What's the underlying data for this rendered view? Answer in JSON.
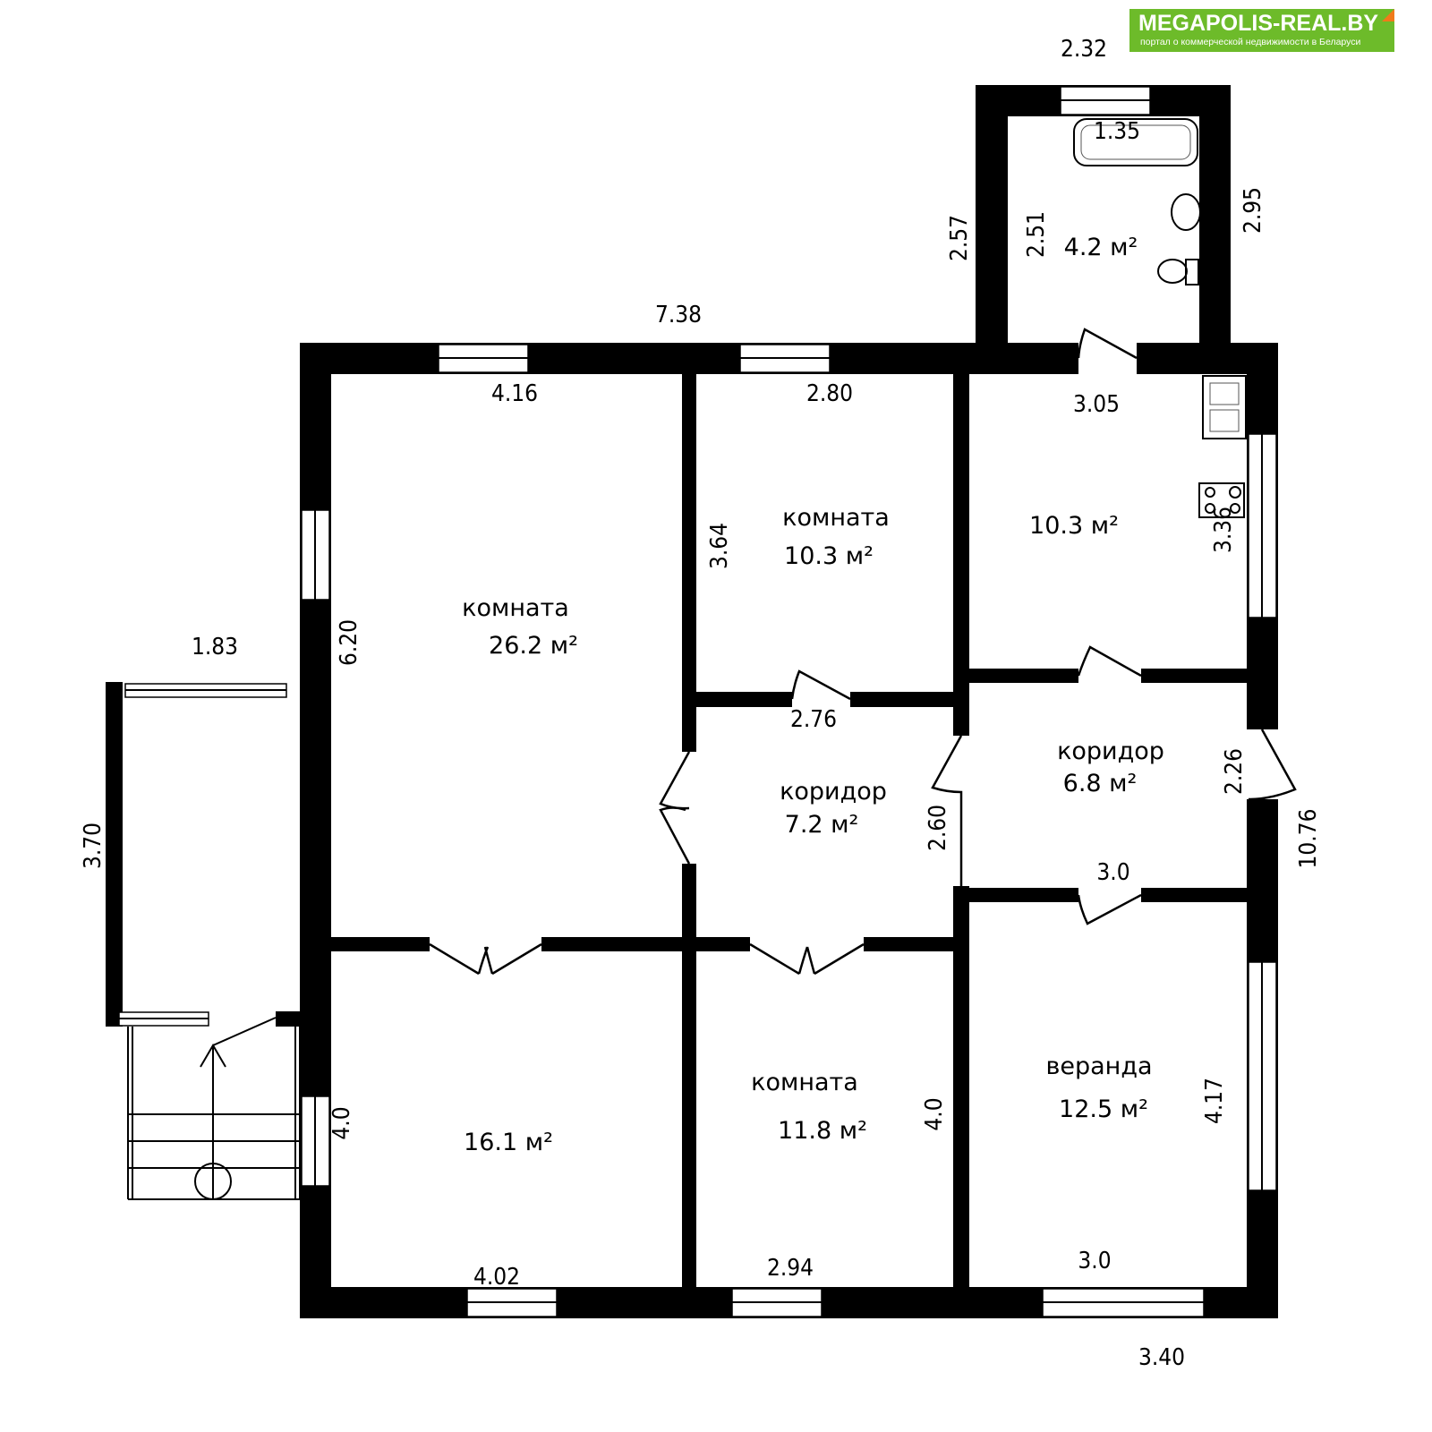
{
  "logo": {
    "title": "MEGAPOLIS-REAL.BY",
    "subtitle": "портал о коммерческой недвижимости в Беларуси",
    "color": "#6dbb2a",
    "accent": "#f07a1a"
  },
  "rooms": [
    {
      "name": "комната",
      "area": "26.2 м²"
    },
    {
      "name": "комната",
      "area": "10.3 м²"
    },
    {
      "name": "",
      "area": "10.3 м²"
    },
    {
      "name": "",
      "area": "4.2 м²"
    },
    {
      "name": "коридор",
      "area": "7.2 м²"
    },
    {
      "name": "коридор",
      "area": "6.8 м²"
    },
    {
      "name": "",
      "area": "16.1 м²"
    },
    {
      "name": "комната",
      "area": "11.8 м²"
    },
    {
      "name": "веранда",
      "area": "12.5 м²"
    }
  ],
  "dimensions": {
    "bath_top": "2.32",
    "bath_inner_w": "1.35",
    "bath_left_out": "2.57",
    "bath_left_in": "2.51",
    "bath_right": "2.95",
    "top_total": "7.38",
    "r1_w": "4.16",
    "r2_w": "2.80",
    "kitchen_w": "3.05",
    "r2_h": "3.64",
    "kitchen_h": "3.36",
    "r1_h": "6.20",
    "porch_w": "1.83",
    "porch_h": "3.70",
    "corr1_w": "2.76",
    "corr1_h": "2.60",
    "corr2_h": "2.26",
    "corr2_w": "3.0",
    "right_total": "10.76",
    "r7_h": "4.0",
    "r8_h": "4.0",
    "ver_h": "4.17",
    "r7_w": "4.02",
    "r8_w": "2.94",
    "ver_w": "3.0",
    "bottom_right": "3.40"
  }
}
